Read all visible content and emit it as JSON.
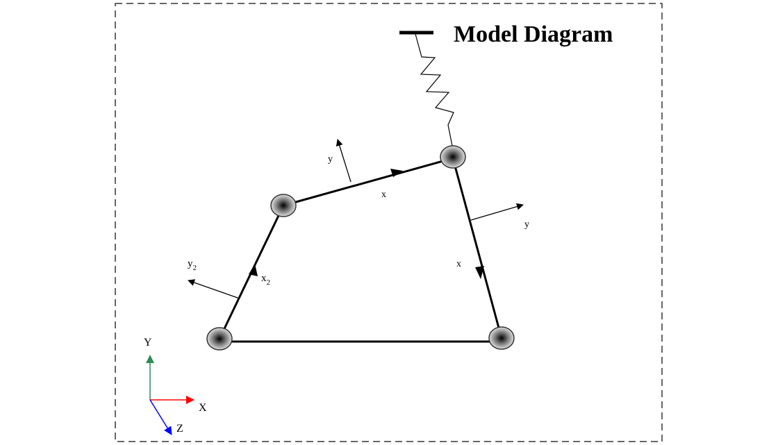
{
  "title": "Model Diagram",
  "labels": {
    "top_y": "y",
    "top_x": "x",
    "right_y": "y",
    "right_x": "x",
    "left_y": "y",
    "left_y_sub": "2",
    "left_x": "x",
    "left_x_sub": "2"
  },
  "global_axes": {
    "y": "Y",
    "x": "X",
    "z": "Z",
    "colors": {
      "y": "#2e8b57",
      "x": "#ff0000",
      "z": "#0000ff"
    }
  }
}
